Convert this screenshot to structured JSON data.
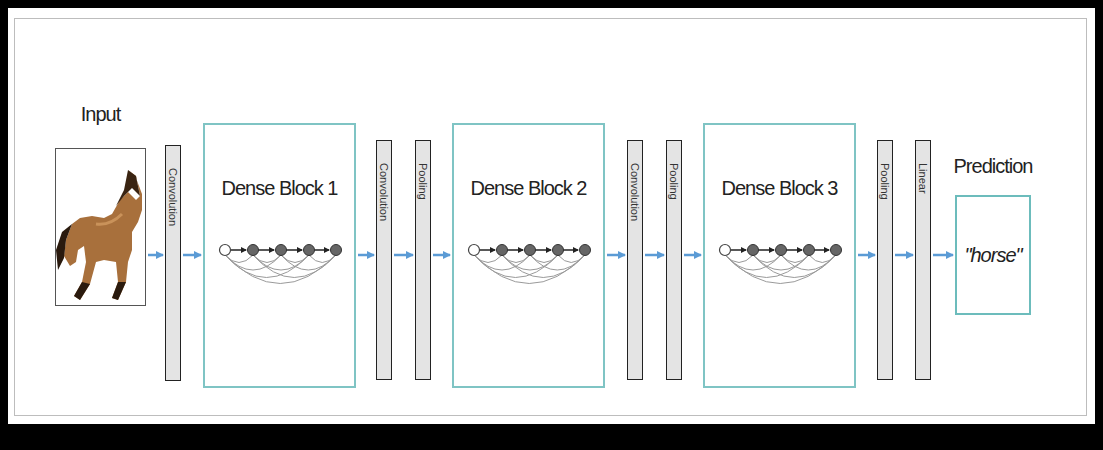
{
  "diagram": {
    "nodes": [
      {
        "text": [
          "Input"
        ]
      },
      {
        "text": [
          "Convolution"
        ]
      },
      {
        "text": [
          "Dense Block 1"
        ]
      },
      {
        "text": [
          "Convolution"
        ]
      },
      {
        "text": [
          "Pooling"
        ]
      },
      {
        "text": [
          "Dense Block 2"
        ]
      },
      {
        "text": [
          "Convolution"
        ]
      },
      {
        "text": [
          "Pooling"
        ]
      },
      {
        "text": [
          "Dense Block 3"
        ]
      },
      {
        "text": [
          "Pooling"
        ]
      },
      {
        "text": [
          "Linear"
        ]
      },
      {
        "text": [
          "Prediction",
          "\"horse\""
        ]
      }
    ],
    "edges": [
      {
        "from": 0,
        "to": 1,
        "arrow": "to"
      },
      {
        "from": 1,
        "to": 2,
        "arrow": "to"
      },
      {
        "from": 2,
        "to": 3,
        "arrow": "to"
      },
      {
        "from": 3,
        "to": 4,
        "arrow": "to"
      },
      {
        "from": 4,
        "to": 5,
        "arrow": "to"
      },
      {
        "from": 5,
        "to": 6,
        "arrow": "to"
      },
      {
        "from": 6,
        "to": 7,
        "arrow": "to"
      },
      {
        "from": 7,
        "to": 8,
        "arrow": "to"
      },
      {
        "from": 8,
        "to": 9,
        "arrow": "to"
      },
      {
        "from": 9,
        "to": 10,
        "arrow": "to"
      },
      {
        "from": 10,
        "to": 11,
        "arrow": "to"
      }
    ]
  }
}
